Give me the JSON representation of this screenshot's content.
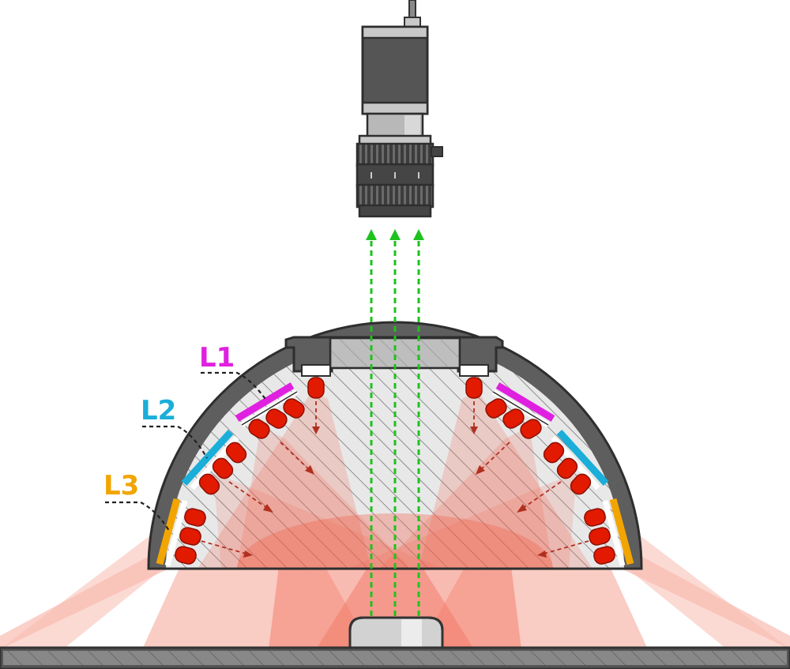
{
  "labels": {
    "l1": "L1",
    "l2": "L2",
    "l3": "L3"
  },
  "colors": {
    "l1": "#e020e0",
    "l2": "#1aaed8",
    "l3": "#f2a500",
    "led": "#e21a00",
    "light": "#f0604a",
    "camera_body": "#555555",
    "housing": "#5e5e5e",
    "ray": "#1ec21e",
    "base": "#555555",
    "object": "#cfcfcf"
  },
  "icons": {
    "camera": "camera-icon",
    "lens": "lens-icon",
    "led": "led-icon",
    "object": "inspected-object-icon"
  }
}
